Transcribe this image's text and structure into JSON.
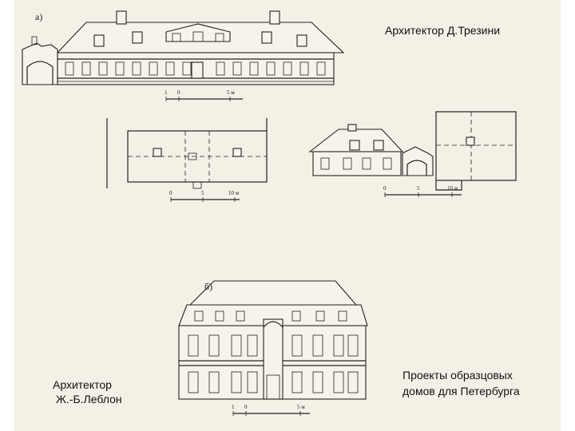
{
  "labels": {
    "architect_a": "Архитектор Д.Трезини",
    "architect_b_line1": "Архитектор",
    "architect_b_line2": "Ж.-Б.Леблон",
    "caption_line1": "Проекты образцовых",
    "caption_line2": "домов для Петербурга"
  },
  "figure_tags": {
    "a": "а)",
    "b": "б)"
  },
  "scales": {
    "scale_a_top": [
      "1",
      "0",
      "5 м"
    ],
    "scale_plan_left": [
      "0",
      "5",
      "10 м"
    ],
    "scale_plan_right": [
      "0",
      "5",
      "10 м"
    ],
    "scale_b": [
      "1",
      "0",
      "5 м"
    ]
  }
}
